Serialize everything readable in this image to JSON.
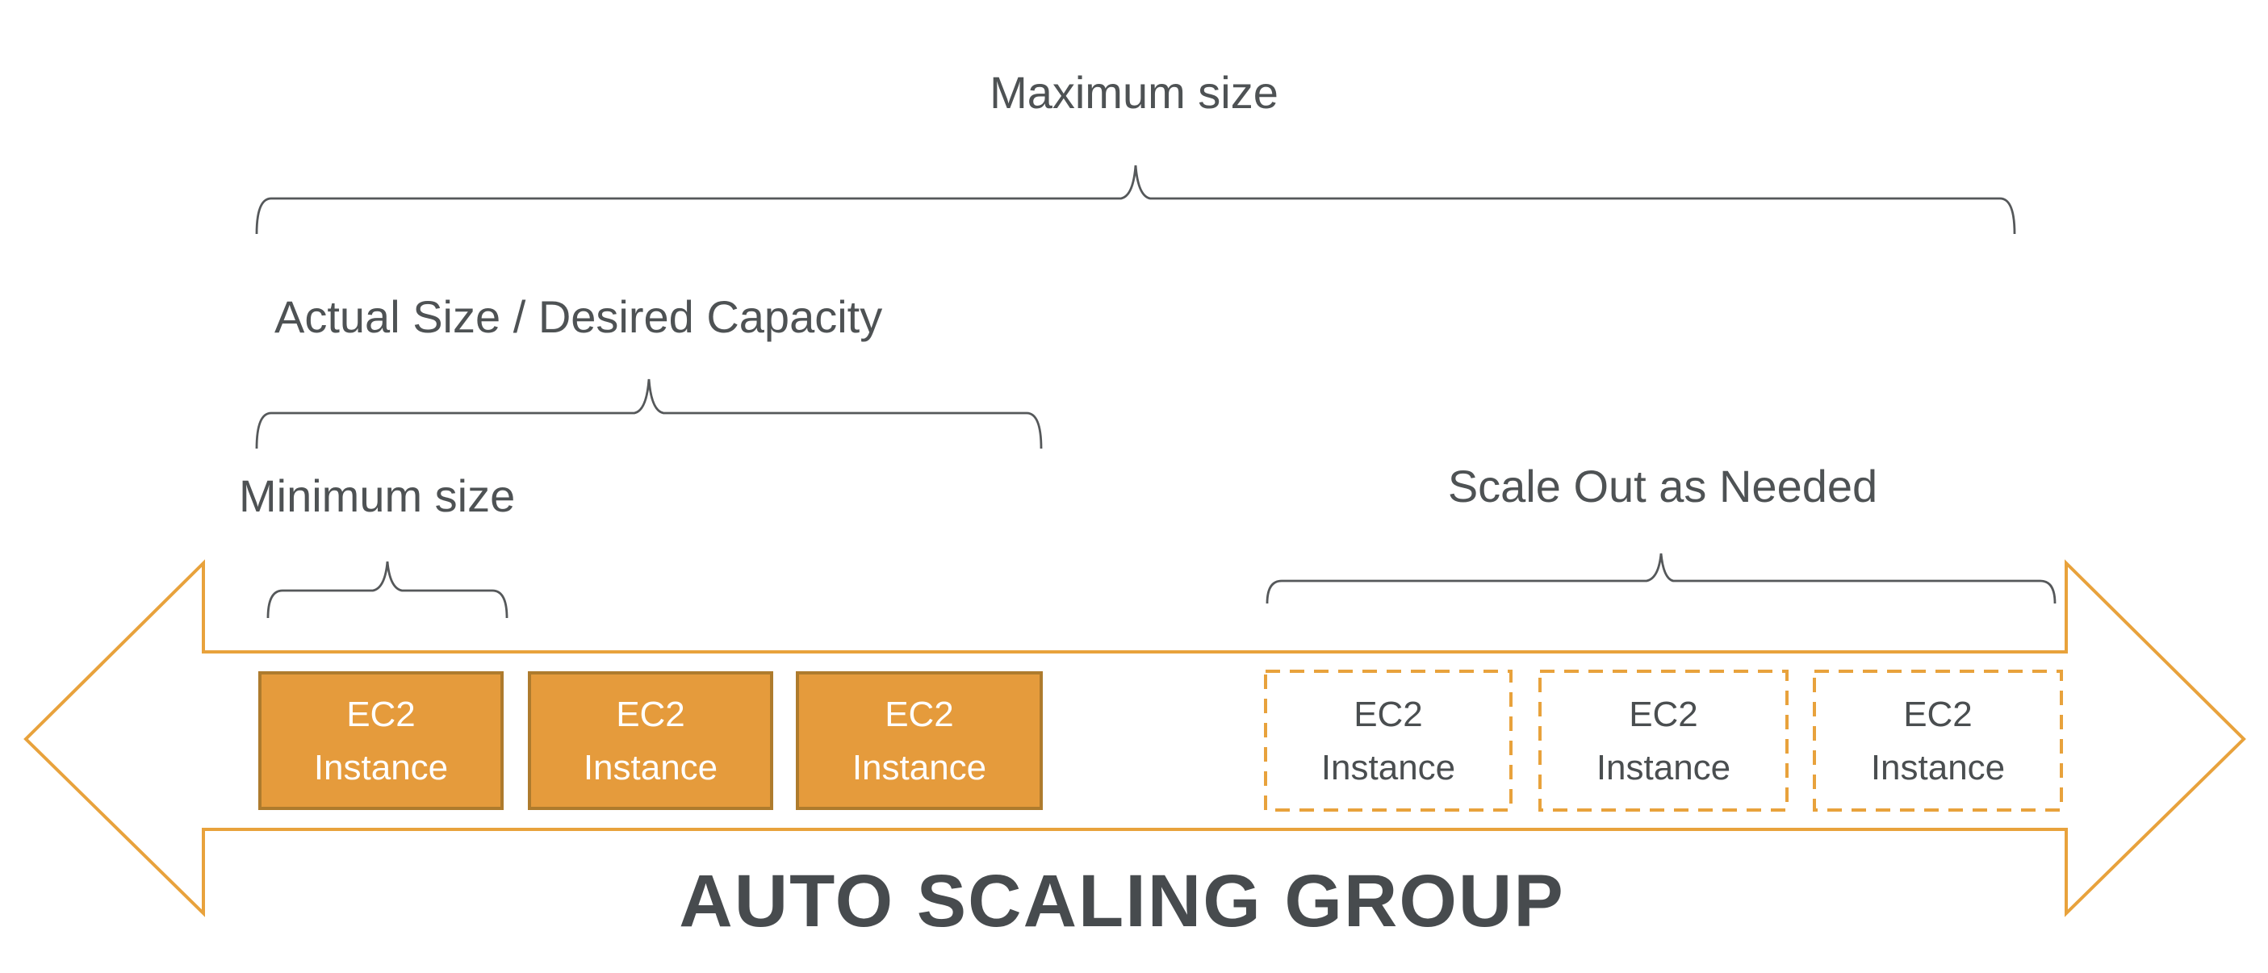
{
  "diagram": {
    "labels": {
      "maximum": "Maximum size",
      "actual": "Actual Size / Desired Capacity",
      "minimum": "Minimum size",
      "scale_out": "Scale Out as Needed",
      "group_title": "AUTO SCALING GROUP"
    },
    "instances": {
      "running": [
        {
          "line1": "EC2",
          "line2": "Instance"
        },
        {
          "line1": "EC2",
          "line2": "Instance"
        },
        {
          "line1": "EC2",
          "line2": "Instance"
        }
      ],
      "potential": [
        {
          "line1": "EC2",
          "line2": "Instance"
        },
        {
          "line1": "EC2",
          "line2": "Instance"
        },
        {
          "line1": "EC2",
          "line2": "Instance"
        }
      ]
    },
    "colors": {
      "arrow_outline": "#E8A23C",
      "solid_box_fill": "#E59B3C",
      "solid_box_border": "#AE7B2D",
      "dashed_box_border": "#E8A23C",
      "brace_stroke": "#55585A",
      "label_text": "#4E5254",
      "title_text": "#474B4E",
      "solid_box_text": "#FFFFFF",
      "dashed_box_text": "#4A4E50"
    }
  }
}
